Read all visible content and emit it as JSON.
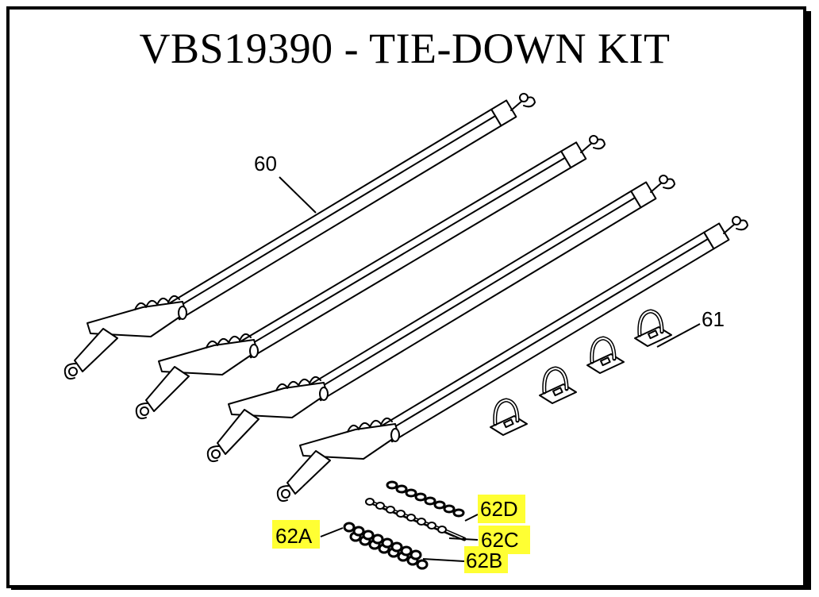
{
  "title": "VBS19390 - TIE-DOWN KIT",
  "callouts": {
    "strap": "60",
    "ring": "61",
    "a": "62A",
    "b": "62B",
    "c": "62C",
    "d": "62D"
  },
  "highlight_color": "#ffff33",
  "line_color": "#000000"
}
